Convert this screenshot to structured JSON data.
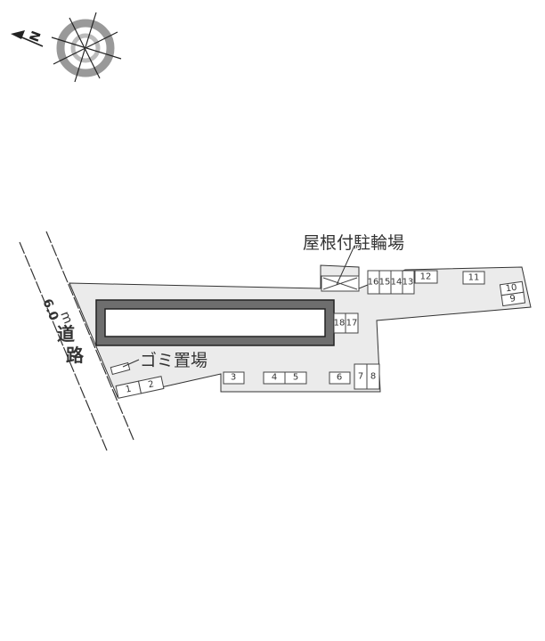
{
  "compass": {
    "north_label": "N",
    "icon": "compass-rose-icon"
  },
  "road": {
    "width_value": "6.0",
    "unit": "m",
    "label_1": "道",
    "label_2": "路"
  },
  "labels": {
    "bicycle_parking": "屋根付駐輪場",
    "garbage_area": "ゴミ置場"
  },
  "parking_spaces": [
    "1",
    "2",
    "3",
    "4",
    "5",
    "6",
    "7",
    "8",
    "9",
    "10",
    "11",
    "12",
    "13",
    "14",
    "15",
    "16",
    "17",
    "18"
  ],
  "colors": {
    "site_fill": "#ebebeb",
    "building_wall": "#6e6e6e",
    "line": "#333333"
  }
}
